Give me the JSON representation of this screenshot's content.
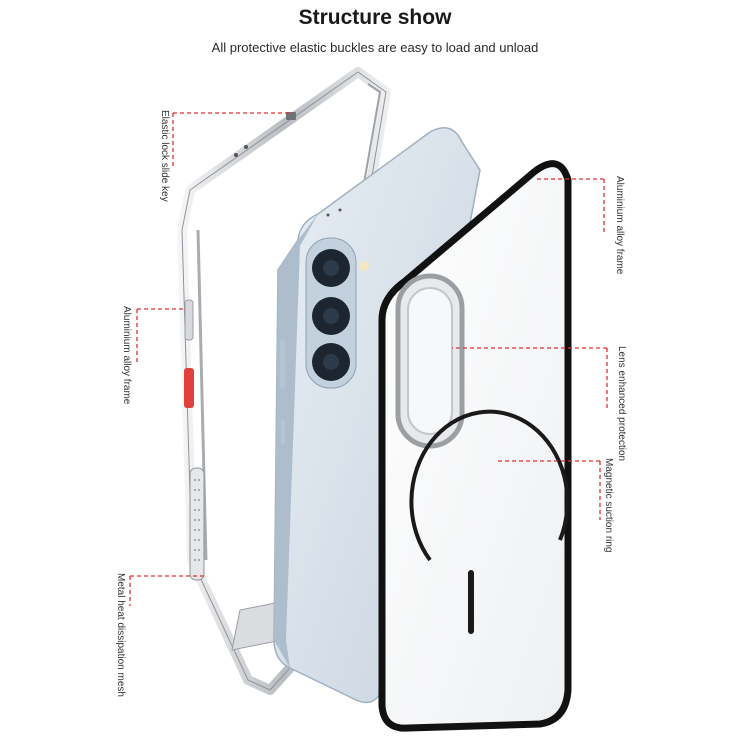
{
  "header": {
    "title": "Structure show",
    "subtitle": "All protective elastic buckles are easy to load and unload"
  },
  "callouts": [
    {
      "id": "elastic-lock",
      "label": "Elastic lock slide key"
    },
    {
      "id": "alu-frame-left",
      "label": "Aluminium alloy frame"
    },
    {
      "id": "heat-mesh",
      "label": "Metal heat dissipation mesh"
    },
    {
      "id": "alu-frame-right",
      "label": "Aluminium alloy frame"
    },
    {
      "id": "lens-protection",
      "label": "Lens enhanced protection"
    },
    {
      "id": "magnetic-ring",
      "label": "Magnetic suction ring"
    }
  ],
  "colors": {
    "callout_line": "#e03030",
    "frame_silver": "#c9ccd0",
    "phone_blue": "#d9e2ec",
    "button_red": "#e0403a",
    "cover_border": "#111111"
  }
}
